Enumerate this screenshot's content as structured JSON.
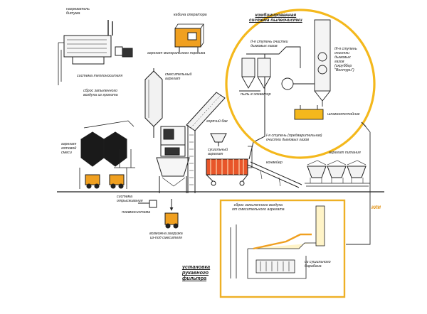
{
  "colors": {
    "accent": "#f4b81c",
    "machinery": "#f0a020",
    "dryer": "#e8562a",
    "line": "#1e1e1e",
    "frame": "#eeb025"
  },
  "labels": {
    "bitumen_heater": "нагреватель\nбитума",
    "thermal_oil": "система теплоносителя",
    "operator_cabin": "кабина оператора",
    "mineral_powder": "агрегат минерального порошка",
    "mixing_unit": "смесительный\nагрегат",
    "hot_dust_return": "сброс запыленного\nвоздуха из грохота",
    "hot_bunker": "горячий бак",
    "drying_unit": "сушильный\nагрегат",
    "finished_mix": "агрегат\nготовой\nсмеси",
    "dosing_system": "система\nотрыскивания",
    "pneumatics": "пневмосистема",
    "direct_loading": "возможна загрузка\nиз-под смесителя",
    "conveyor": "конвейер",
    "feeding_unit": "агрегат питания",
    "combined_title": "комбинированная\nсистема пылеочистки",
    "stage2": "II-я ступень очистки\nдымовых газов",
    "dust_elevator": "пыль в элеватор",
    "stage1": "I-я ступень (предварительная)\nочистки дымовых газов",
    "stage3": "III-я ступень\nочистки\nдымовых\nгазов\n(скруббер\n\"Вентури\")",
    "sludge": "шламоотстойник",
    "or": "ИЛИ",
    "bag_dust": "сброс запыленного воздуха\nот смесительного агрегата",
    "from_dryer": "из сушильного\nбарабана",
    "bag_filter": "установка\nрукавного\nфильтра"
  }
}
